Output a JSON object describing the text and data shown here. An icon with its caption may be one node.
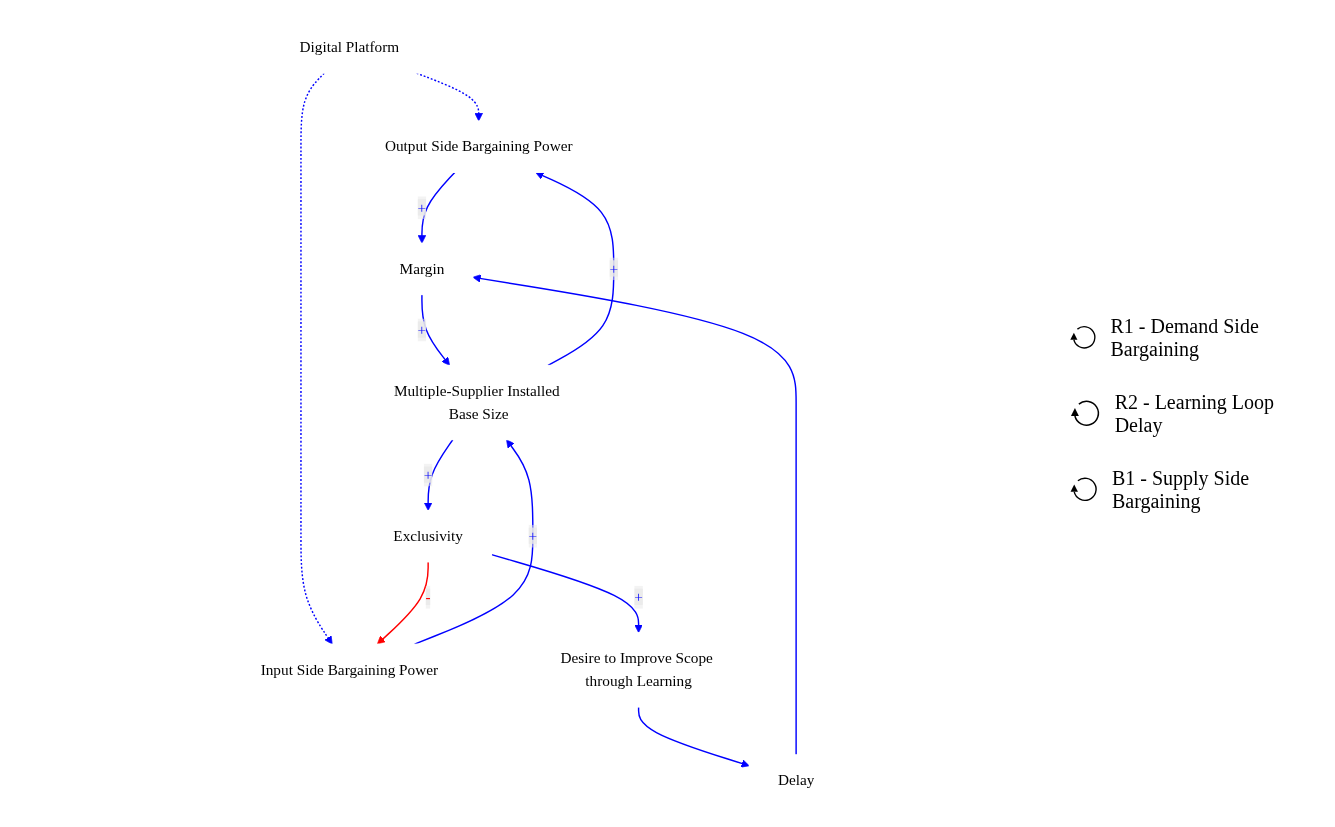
{
  "diagram": {
    "nodes": [
      {
        "text": [
          "Digital Platform"
        ]
      },
      {
        "text": [
          "Output Side Bargaining Power"
        ]
      },
      {
        "text": [
          "Margin"
        ]
      },
      {
        "text": [
          "Multiple-Supplier Installed Base Size"
        ]
      },
      {
        "text": [
          "Delay"
        ]
      },
      {
        "text": [
          "Input Side Bargaining Power"
        ]
      },
      {
        "text": [
          "Exclusivity"
        ]
      },
      {
        "text": [
          "Desire to Improve Scope through Learning"
        ]
      }
    ],
    "edges": [
      {
        "from": 0,
        "to": 1,
        "arrow": "to",
        "style": "dashed"
      },
      {
        "from": 0,
        "to": 5,
        "arrow": "to",
        "style": "dashed"
      },
      {
        "from": 3,
        "to": 1,
        "arrow": "to",
        "label": "+"
      },
      {
        "from": 1,
        "to": 2,
        "arrow": "to",
        "label": "+"
      },
      {
        "from": 2,
        "to": 3,
        "arrow": "to",
        "label": "+"
      },
      {
        "from": 5,
        "to": 3,
        "arrow": "to",
        "label": "+"
      },
      {
        "from": 3,
        "to": 6,
        "arrow": "to",
        "label": "+"
      },
      {
        "from": 6,
        "to": 5,
        "arrow": "to",
        "label": "-",
        "color": "#ff0000"
      },
      {
        "from": 6,
        "to": 7,
        "arrow": "to",
        "label": "+"
      },
      {
        "from": 7,
        "to": 4,
        "arrow": "to"
      },
      {
        "from": 4,
        "to": 2,
        "arrow": "to"
      }
    ],
    "labels": [
      "R1 - Demand Side Bargaining",
      "R2 - Learning Loop Delay",
      "B1 - Supply Side Bargaining"
    ]
  }
}
